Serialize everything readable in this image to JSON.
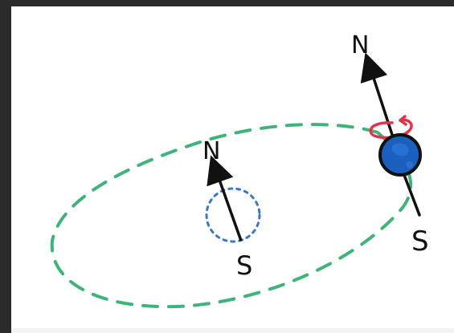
{
  "colors": {
    "orbit": "#3fb37a",
    "equator_circle": "#3a78c4",
    "earth_fill": "#1b5fbf",
    "spin_arrow": "#e0344b",
    "ink": "#111111",
    "frame": "#2b2b2b"
  },
  "center_axis": {
    "north_label": "N",
    "south_label": "S"
  },
  "earth_axis": {
    "north_label": "N",
    "south_label": "S"
  }
}
